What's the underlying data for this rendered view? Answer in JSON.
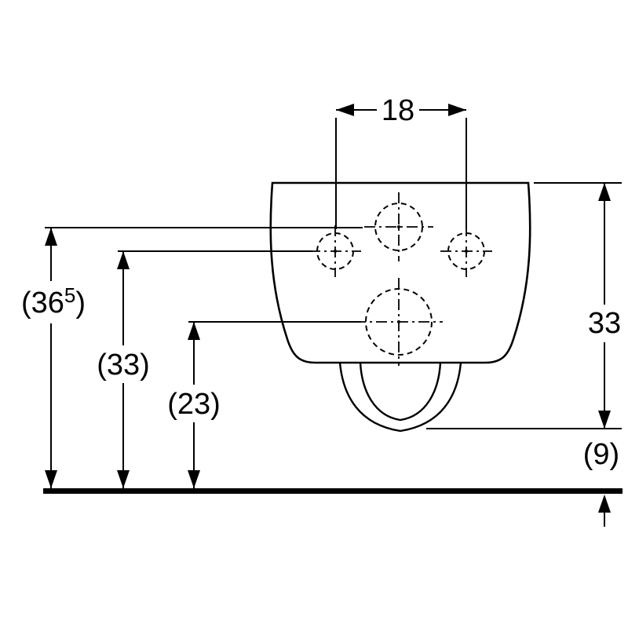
{
  "figure": {
    "background_color": "#ffffff",
    "line_color": "#000000"
  },
  "dimensions": {
    "hole_spacing": {
      "label": "18"
    },
    "right_height": {
      "label": "33"
    },
    "left_outer": {
      "prefix": "(36",
      "sup": "5",
      "suffix": ")"
    },
    "left_middle": {
      "label": "(33)"
    },
    "left_inner": {
      "label": "(23)"
    },
    "floor_offset": {
      "label": "(9)"
    }
  }
}
